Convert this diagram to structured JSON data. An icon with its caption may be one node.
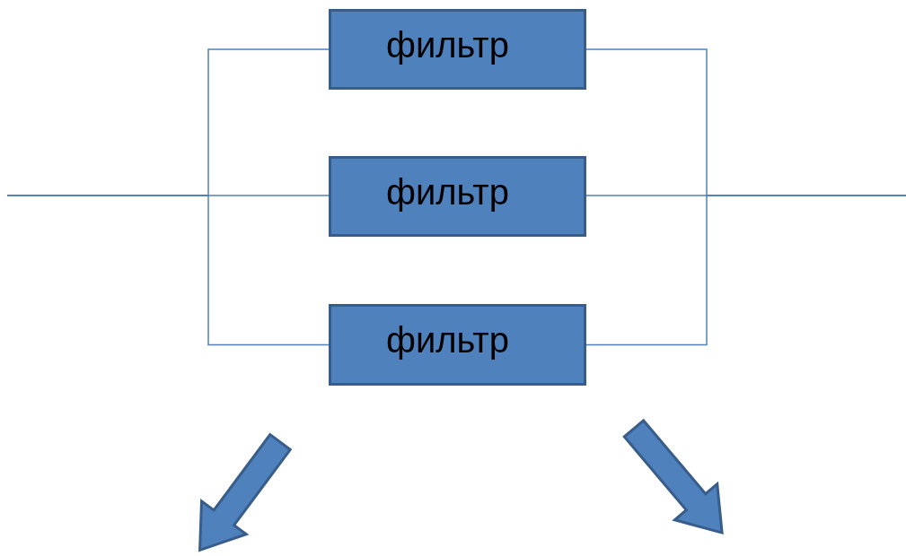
{
  "diagram": {
    "nodes": [
      {
        "text": [
          "фильтр"
        ]
      },
      {
        "text": [
          "фильтр"
        ]
      },
      {
        "text": [
          "фильтр"
        ]
      }
    ],
    "edges": [
      {
        "from": null,
        "to": 0,
        "arrow": "none"
      },
      {
        "from": null,
        "to": 1,
        "arrow": "none"
      },
      {
        "from": null,
        "to": 2,
        "arrow": "none"
      },
      {
        "from": 0,
        "to": null,
        "arrow": "none"
      },
      {
        "from": 1,
        "to": null,
        "arrow": "none"
      },
      {
        "from": 2,
        "to": null,
        "arrow": "none"
      }
    ]
  }
}
